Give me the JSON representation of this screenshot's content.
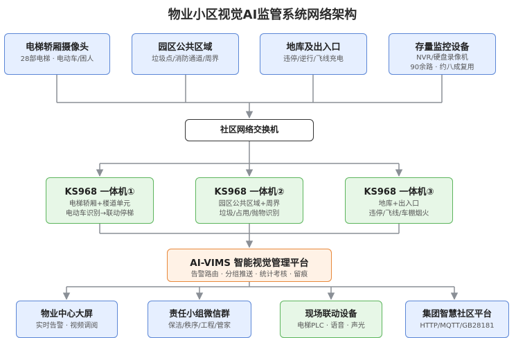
{
  "title": "物业小区视觉AI监管系统网络架构",
  "sources": [
    {
      "title": "电梯轿厢摄像头",
      "sub": "28部电梯 · 电动车/困人"
    },
    {
      "title": "园区公共区域",
      "sub": "垃圾点/消防通道/周界"
    },
    {
      "title": "地库及出入口",
      "sub": "违停/逆行/飞线充电"
    },
    {
      "title": "存量监控设备",
      "sub": "NVR/硬盘录像机",
      "sub2": "90余路 · 约八成复用"
    }
  ],
  "switch": {
    "title": "社区网络交换机"
  },
  "units": [
    {
      "title": "KS968 一体机①",
      "sub": "电梯轿厢+楼道单元",
      "sub2": "电动车识别→联动停梯"
    },
    {
      "title": "KS968 一体机②",
      "sub": "园区公共区域+周界",
      "sub2": "垃圾/占用/抛物识别"
    },
    {
      "title": "KS968 一体机③",
      "sub": "地库+出入口",
      "sub2": "违停/飞线/车棚烟火"
    }
  ],
  "platform": {
    "title": "AI-VIMS 智能视觉管理平台",
    "sub": "告警路由 · 分组推送 · 统计考核 · 留痕"
  },
  "outputs": [
    {
      "title": "物业中心大屏",
      "sub": "实时告警 · 视频调阅"
    },
    {
      "title": "责任小组微信群",
      "sub": "保洁/秩序/工程/管家"
    },
    {
      "title": "现场联动设备",
      "sub": "电梯PLC · 语音 · 声光"
    },
    {
      "title": "集团智慧社区平台",
      "sub": "HTTP/MQTT/GB28181"
    }
  ],
  "colors": {
    "line": "#8a8f96",
    "blue_border": "#5b86d6",
    "green_border": "#5cb55c",
    "orange_border": "#e8883a"
  }
}
